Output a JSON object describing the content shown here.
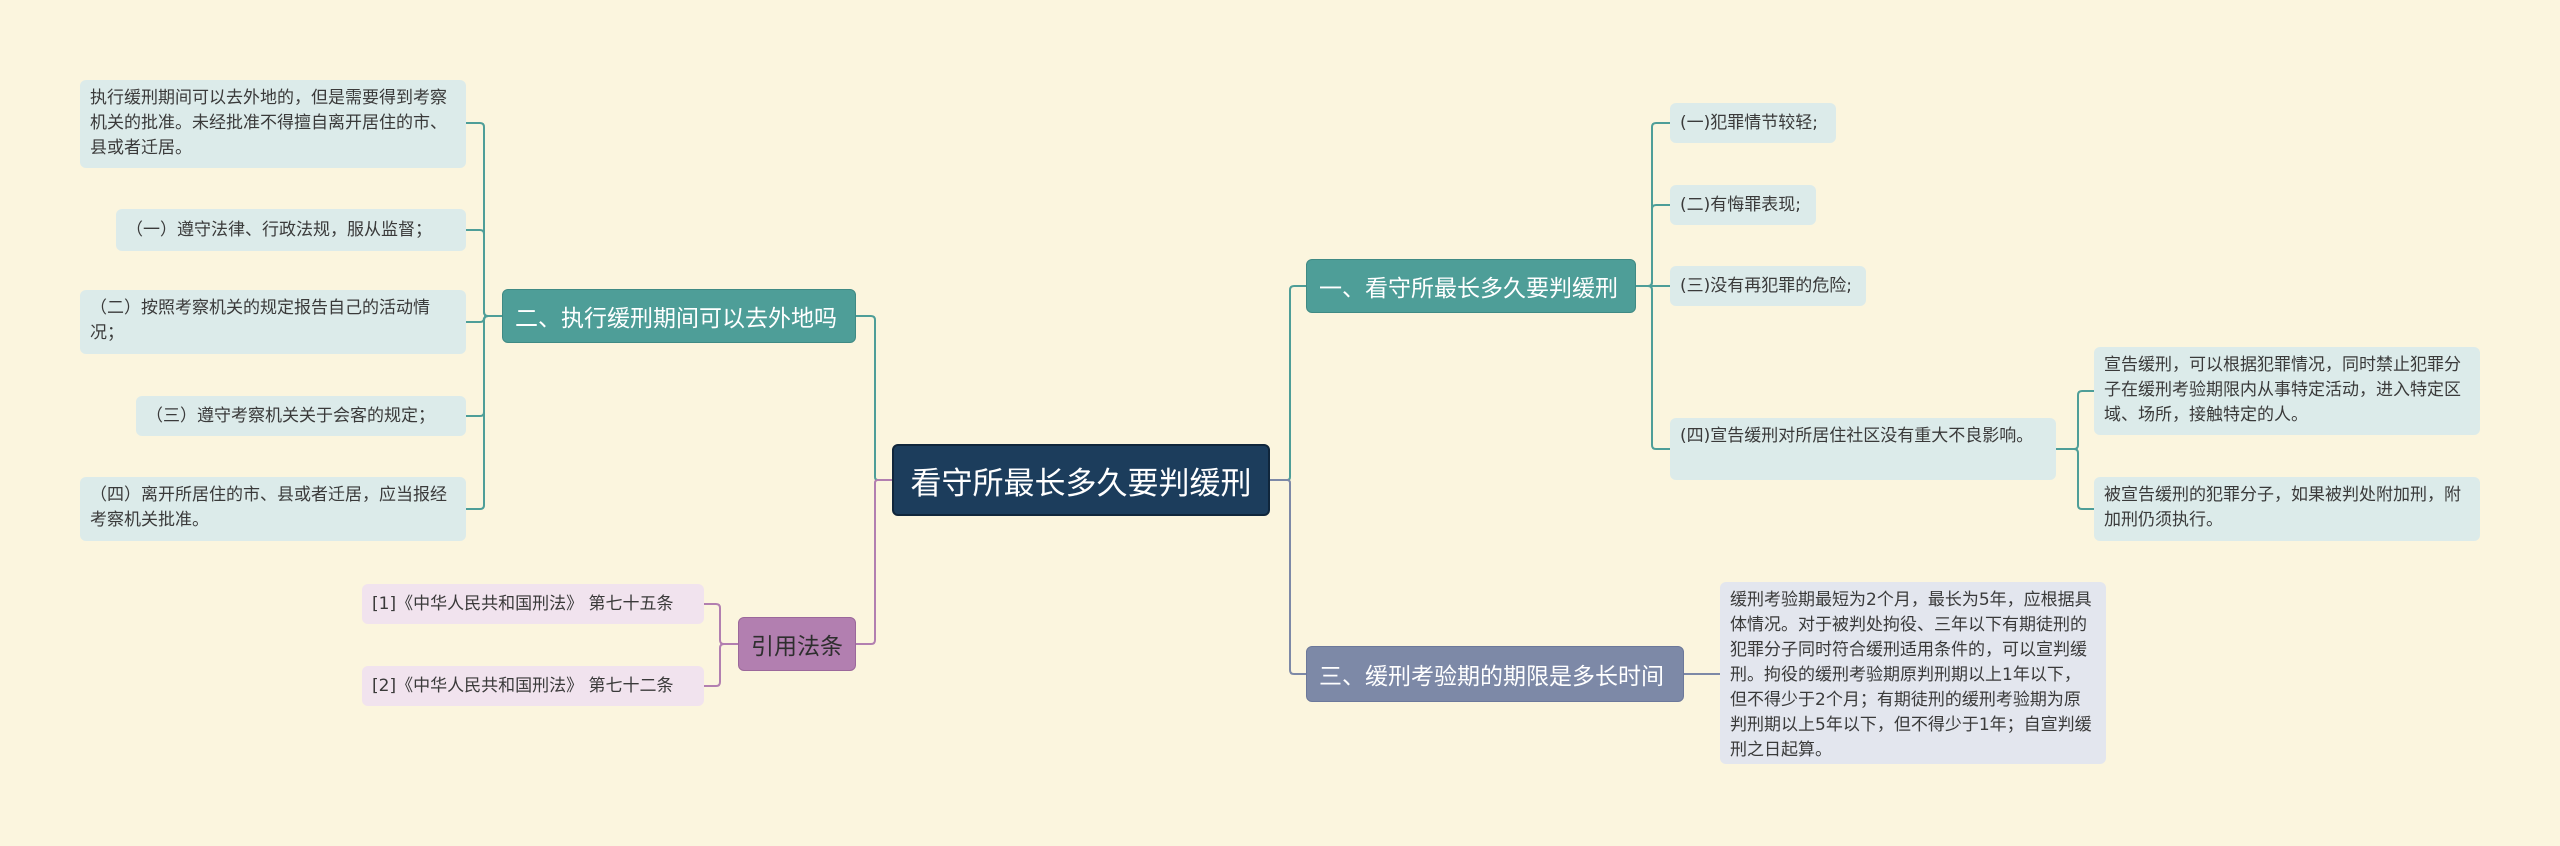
{
  "root": {
    "label": "看守所最长多久要判缓刑"
  },
  "branch1": {
    "label": "一、看守所最长多久要判缓刑",
    "items": [
      {
        "label": "(一)犯罪情节较轻;"
      },
      {
        "label": "(二)有悔罪表现;"
      },
      {
        "label": "(三)没有再犯罪的危险;"
      },
      {
        "label": "(四)宣告缓刑对所居住社区没有重大不良影响。"
      }
    ],
    "sub": [
      {
        "label": "宣告缓刑，可以根据犯罪情况，同时禁止犯罪分子在缓刑考验期限内从事特定活动，进入特定区域、场所，接触特定的人。"
      },
      {
        "label": "被宣告缓刑的犯罪分子，如果被判处附加刑，附加刑仍须执行。"
      }
    ]
  },
  "branch2": {
    "label": "二、执行缓刑期间可以去外地吗",
    "items": [
      {
        "label": "执行缓刑期间可以去外地的，但是需要得到考察机关的批准。未经批准不得擅自离开居住的市、县或者迁居。"
      },
      {
        "label": "（一）遵守法律、行政法规，服从监督；"
      },
      {
        "label": "（二）按照考察机关的规定报告自己的活动情况；"
      },
      {
        "label": "（三）遵守考察机关关于会客的规定；"
      },
      {
        "label": "（四）离开所居住的市、县或者迁居，应当报经考察机关批准。"
      }
    ]
  },
  "branch3": {
    "label": "三、缓刑考验期的期限是多长时间",
    "items": [
      {
        "label": "缓刑考验期最短为2个月，最长为5年，应根据具体情况。对于被判处拘役、三年以下有期徒刑的犯罪分子同时符合缓刑适用条件的，可以宣判缓刑。拘役的缓刑考验期原判刑期以上1年以下，但不得少于2个月；有期徒刑的缓刑考验期为原判刑期以上5年以下，但不得少于1年；自宣判缓刑之日起算。"
      }
    ]
  },
  "branch4": {
    "label": "引用法条",
    "items": [
      {
        "label": "[1]《中华人民共和国刑法》 第七十五条"
      },
      {
        "label": "[2]《中华人民共和国刑法》 第七十二条"
      }
    ]
  },
  "colors": {
    "background": "#fbf5de",
    "root": "#1c3d5c",
    "teal": "#4e9e98",
    "slate": "#7d89a7",
    "purple": "#b27fb0",
    "leaf_blue": "#dcebea",
    "leaf_lavender": "#f1e3ee",
    "leaf_grey": "#e3e6ee"
  }
}
